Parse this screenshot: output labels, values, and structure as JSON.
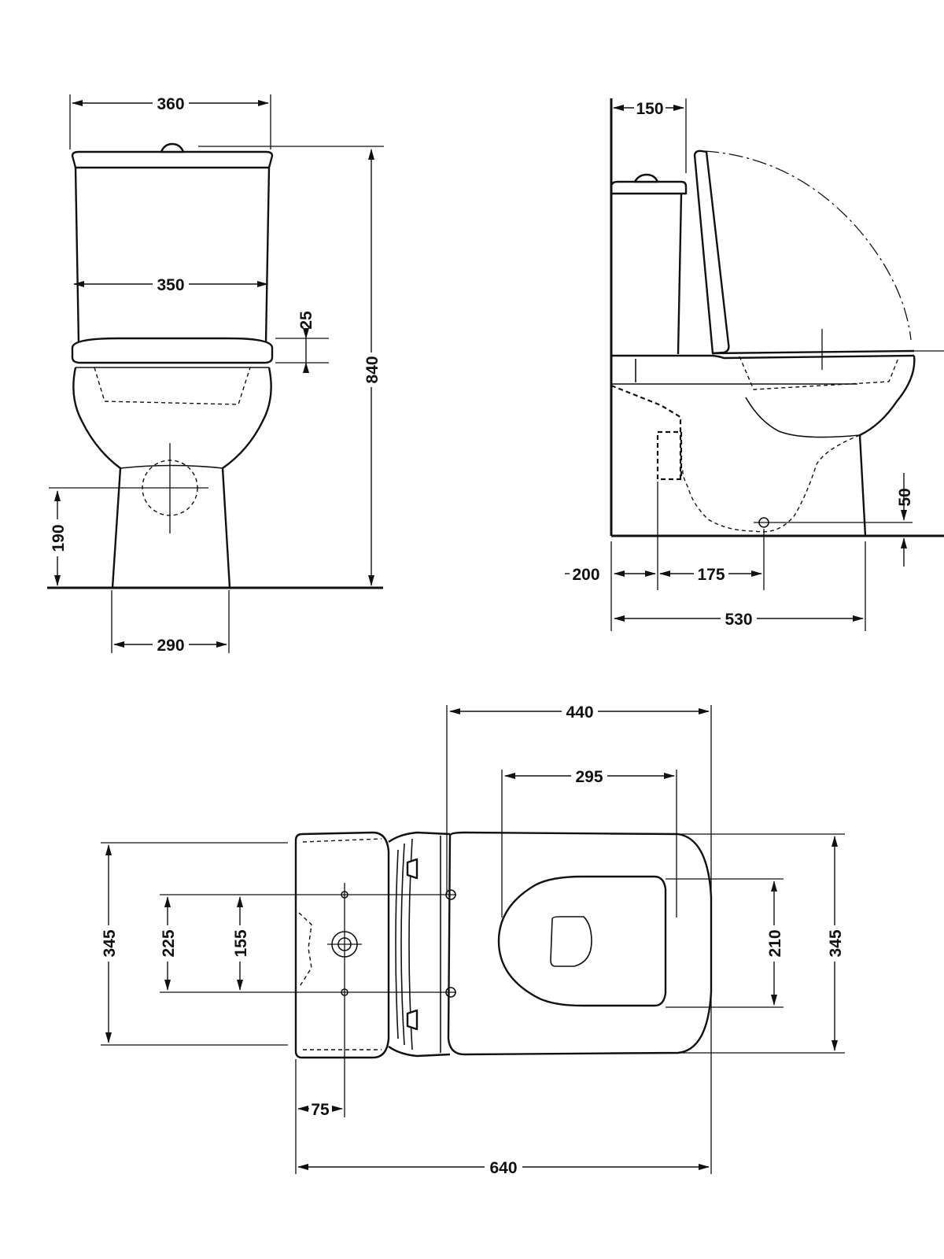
{
  "colors": {
    "line": "#111111",
    "background": "#ffffff"
  },
  "front_view": {
    "dims": {
      "top_width": "360",
      "seat_width": "350",
      "seat_thickness": "25",
      "total_height": "840",
      "outlet_height": "190",
      "base_width": "290"
    }
  },
  "side_view": {
    "dims": {
      "wall_to_lid": "150",
      "floor_outlet_height": "50",
      "wall_to_outlet": "200",
      "outlet_offset": "175",
      "total_depth": "530"
    }
  },
  "top_view": {
    "dims": {
      "bowl_length": "440",
      "seat_opening": "295",
      "left_width": "345",
      "fixing_spacing_outer": "225",
      "fixing_spacing_inner": "155",
      "seat_inner_width": "210",
      "right_width": "345",
      "wall_to_inlet": "75",
      "total_length": "640"
    }
  }
}
